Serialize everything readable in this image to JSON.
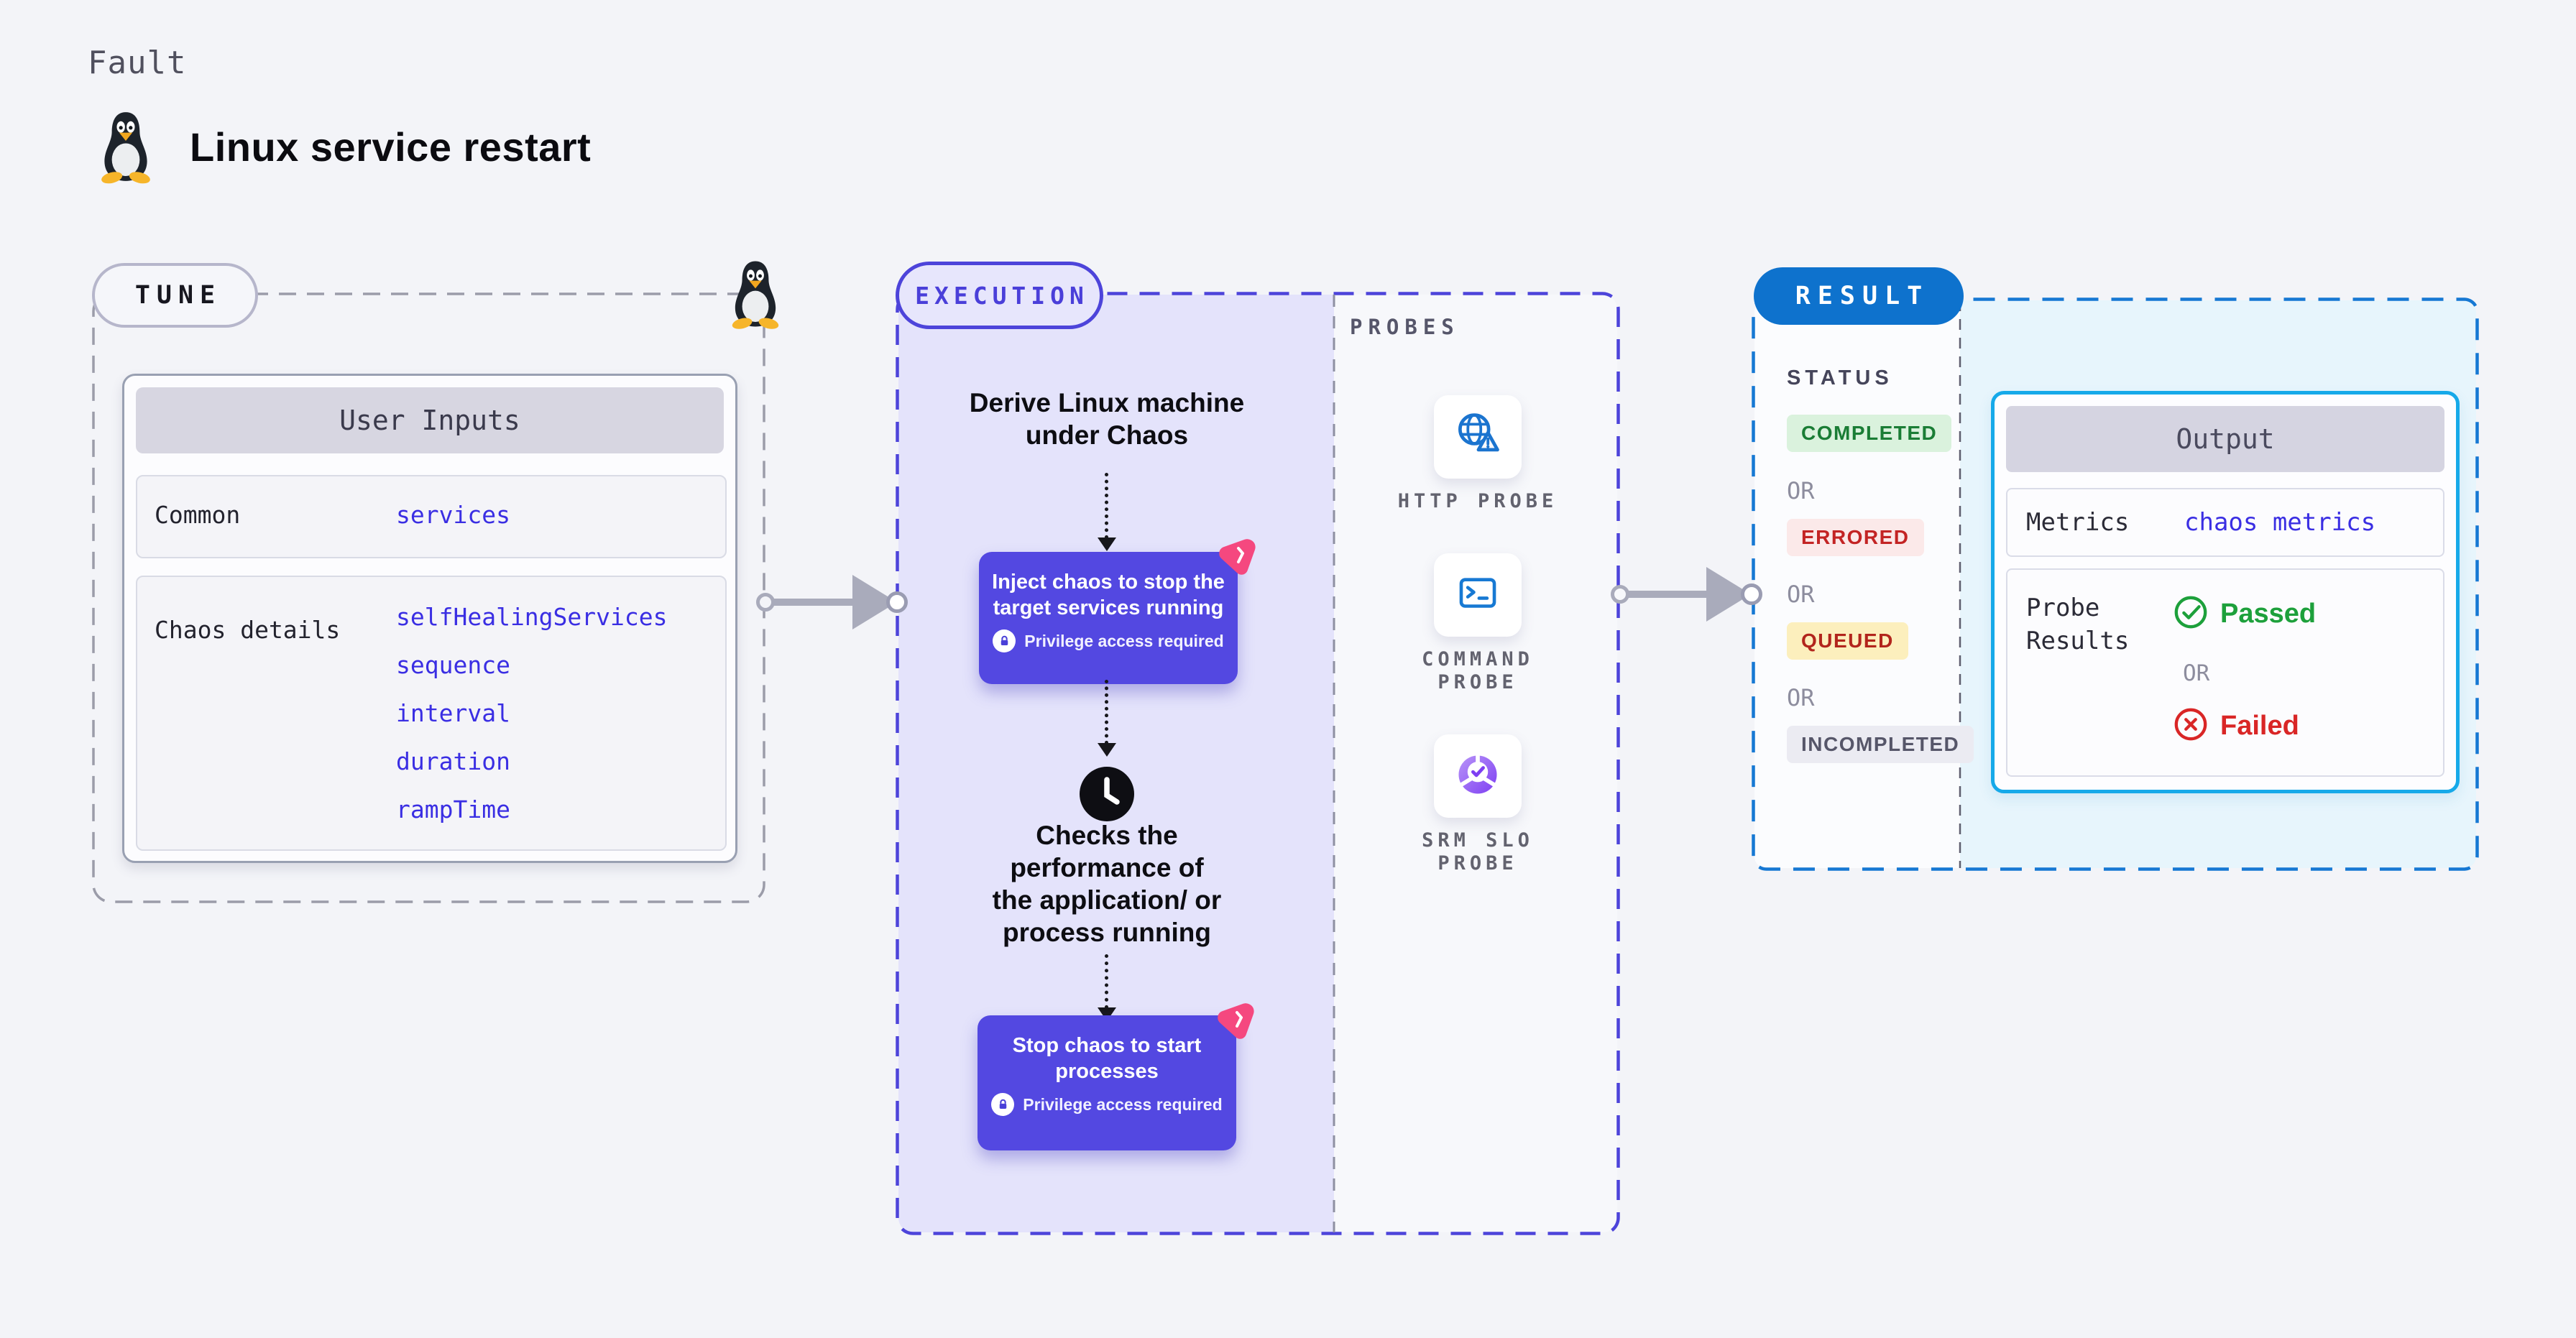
{
  "header": {
    "kicker": "Fault",
    "title": "Linux service restart"
  },
  "tune": {
    "label": "TUNE",
    "card": {
      "title": "User Inputs",
      "rows": [
        {
          "label": "Common",
          "values": [
            "services"
          ]
        },
        {
          "label": "Chaos details",
          "values": [
            "selfHealingServices",
            "sequence",
            "interval",
            "duration",
            "rampTime"
          ]
        }
      ]
    }
  },
  "execution": {
    "label": "EXECUTION",
    "step1_lines": [
      "Derive Linux machine",
      "under Chaos"
    ],
    "node1": {
      "lines": [
        "Inject chaos to stop the",
        "target services running"
      ],
      "badge": "Privilege access required"
    },
    "step2_lines": [
      "Checks the",
      "performance of",
      "the application/ or",
      "process running"
    ],
    "node2": {
      "lines": [
        "Stop chaos to start",
        "processes"
      ],
      "badge": "Privilege access required"
    }
  },
  "probes": {
    "label": "PROBES",
    "items": [
      {
        "icon": "globe-alert-icon",
        "lines": [
          "HTTP PROBE",
          ""
        ]
      },
      {
        "icon": "terminal-icon",
        "lines": [
          "COMMAND",
          "PROBE"
        ]
      },
      {
        "icon": "slo-donut-icon",
        "lines": [
          "SRM SLO",
          "PROBE"
        ]
      }
    ]
  },
  "result": {
    "label": "RESULT",
    "status": {
      "heading": "STATUS",
      "separator": "OR",
      "badges": [
        {
          "label": "COMPLETED",
          "bg": "#daf2dd",
          "color": "#1a7d35"
        },
        {
          "label": "ERRORED",
          "bg": "#fbe9e9",
          "color": "#c32424"
        },
        {
          "label": "QUEUED",
          "bg": "#fcefbd",
          "color": "#b2251c"
        },
        {
          "label": "INCOMPLETED",
          "bg": "#ebebf2",
          "color": "#565669"
        }
      ]
    },
    "output": {
      "title": "Output",
      "metrics_label": "Metrics",
      "metrics_value": "chaos metrics",
      "probe_results_lines": [
        "Probe",
        "Results"
      ],
      "passed": "Passed",
      "failed": "Failed",
      "separator": "OR"
    }
  },
  "colors": {
    "chaos_node_indigo": "#5348e1",
    "chaos_logo_pink": "#f5487f",
    "execution_accent": "#4d44da",
    "result_pill_blue": "#0e72cd",
    "output_border_cyan": "#16a9e9",
    "param_blue": "#3a2ee3",
    "passed_green": "#1da03b",
    "failed_red": "#d92626",
    "probe_icon_blue": "#1b74cf",
    "slo_icon_purple": "#7e3ff2"
  }
}
